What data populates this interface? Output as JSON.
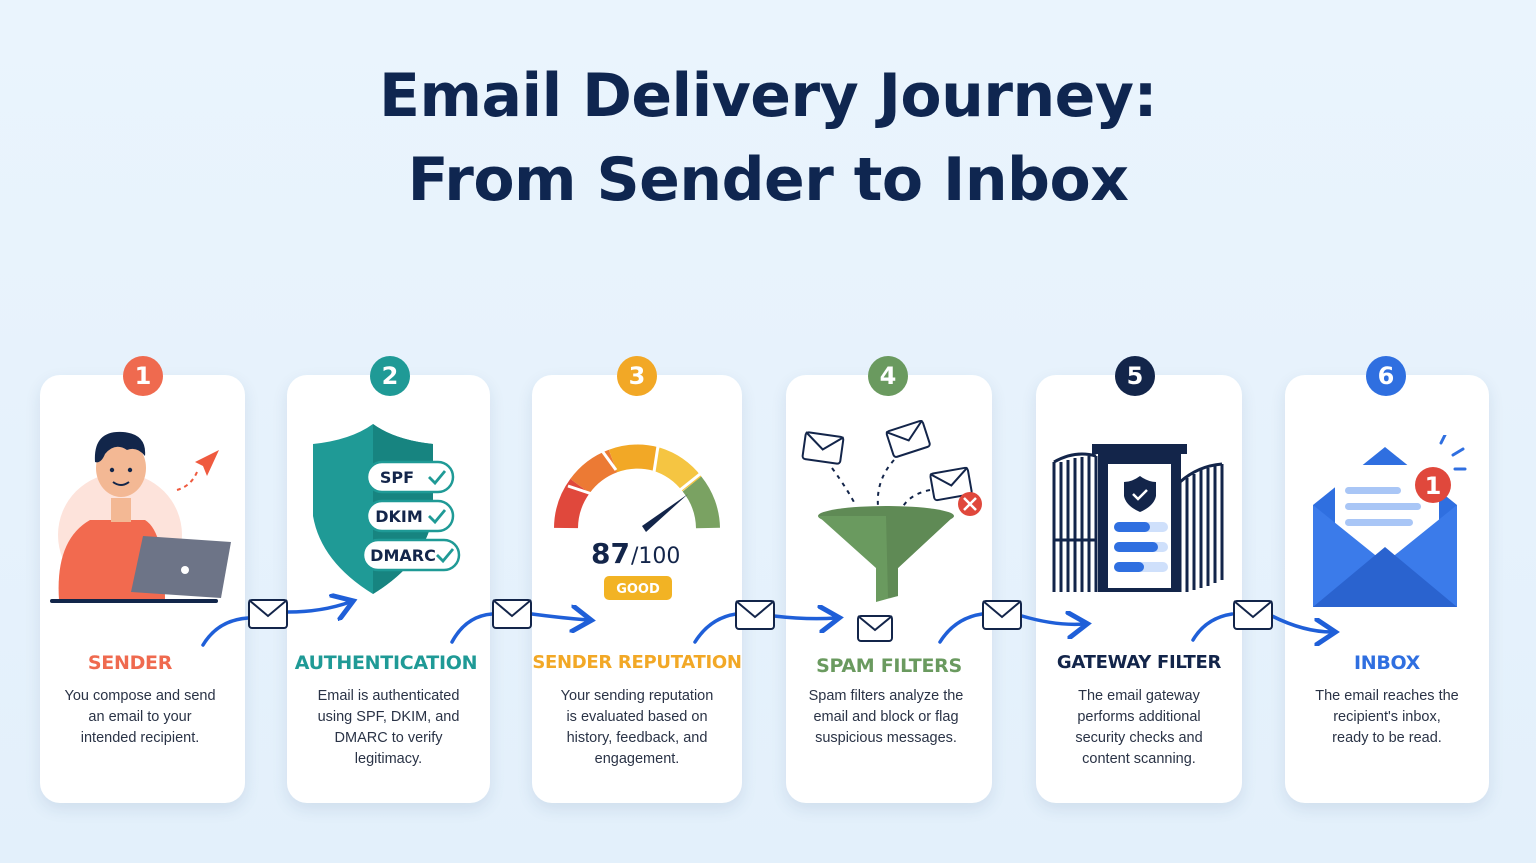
{
  "title": {
    "line1": "Email Delivery Journey:",
    "line2": "From Sender to Inbox"
  },
  "steps": [
    {
      "number": "1",
      "title": "SENDER",
      "color": "#ef6a4f",
      "description": [
        "You compose and send",
        "an email to your",
        "intended recipient."
      ]
    },
    {
      "number": "2",
      "title": "AUTHENTICATION",
      "color": "#1f9a96",
      "description": [
        "Email is authenticated",
        "using SPF, DKIM, and",
        "DMARC to verify",
        "legitimacy."
      ]
    },
    {
      "number": "3",
      "title": "SENDER REPUTATION",
      "color": "#f2a826",
      "description": [
        "Your sending reputation",
        "is evaluated based on",
        "history, feedback, and",
        "engagement."
      ]
    },
    {
      "number": "4",
      "title": "SPAM FILTERS",
      "color": "#6a9a5f",
      "description": [
        "Spam filters analyze the",
        "email and block or flag",
        "suspicious messages."
      ]
    },
    {
      "number": "5",
      "title": "GATEWAY FILTER",
      "color": "#13254a",
      "description": [
        "The email gateway",
        "performs additional",
        "security checks and",
        "content scanning."
      ]
    },
    {
      "number": "6",
      "title": "INBOX",
      "color": "#2f6fe0",
      "description": [
        "The email reaches the",
        "recipient's inbox,",
        "ready to be read."
      ]
    }
  ],
  "auth_checks": [
    "SPF",
    "DKIM",
    "DMARC"
  ],
  "reputation": {
    "score": "87",
    "max": "/100",
    "rating": "GOOD"
  },
  "inbox_notification": "1"
}
